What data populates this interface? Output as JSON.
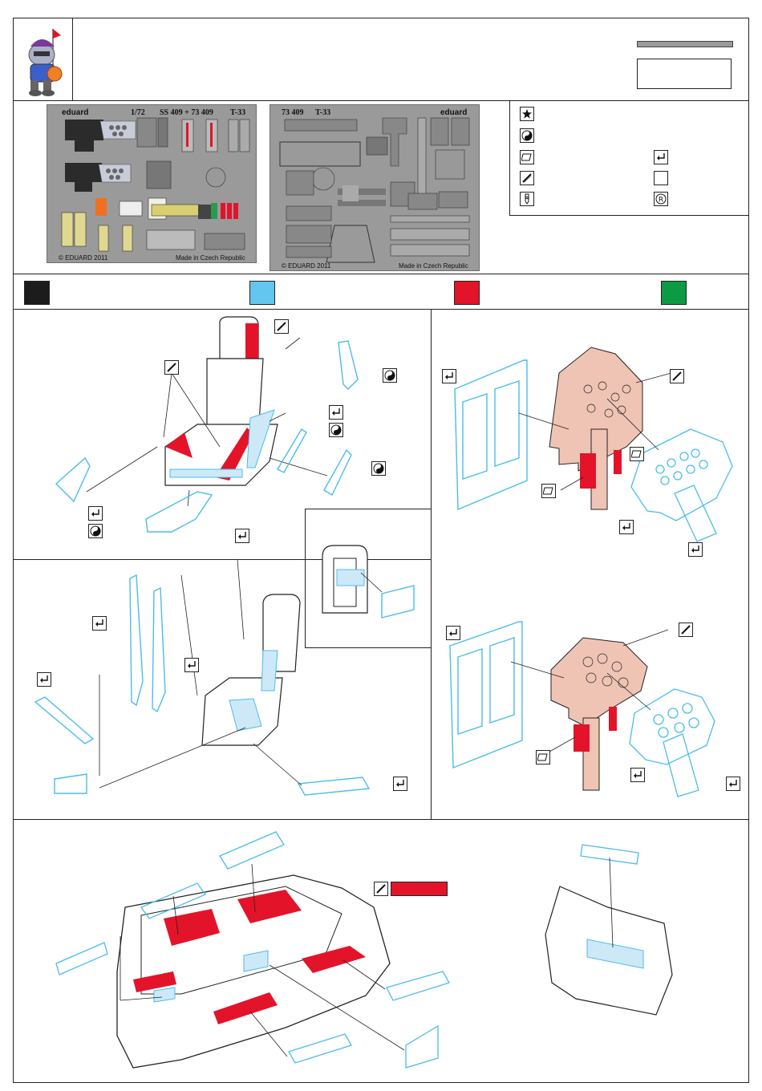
{
  "header": {
    "logo_icon": "knight-mascot-icon"
  },
  "frets": {
    "left": {
      "brand": "eduard",
      "scale": "1/72",
      "code": "SS 409 + 73 409",
      "model": "T-33",
      "copyright": "© EDUARD 2011",
      "origin": "Made in Czech Republic"
    },
    "right": {
      "code": "73 409",
      "model": "T-33",
      "brand": "eduard",
      "copyright": "© EDUARD 2011",
      "origin": "Made in Czech Republic"
    }
  },
  "colors": {
    "black": "#1c1c1c",
    "light_blue": "#63c6ee",
    "red": "#e3142a",
    "green": "#0c9a43",
    "copper": "#f0c4b4",
    "part_blue": "#4bbde8"
  },
  "legend_icons": [
    "star-icon",
    "yin-yang-icon",
    "flat-panel-icon",
    "bend-icon",
    "drill-icon",
    "fold-arrow-icon",
    "empty-box-icon",
    "r-circle-icon"
  ]
}
